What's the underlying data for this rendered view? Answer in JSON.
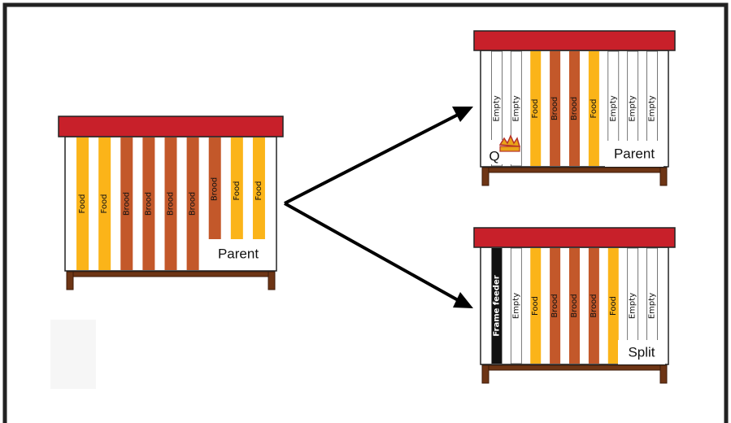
{
  "colors": {
    "border": "#222222",
    "roof": "#c8202a",
    "food": "#fbb419",
    "brood": "#c3582a",
    "empty": "#ffffff",
    "feeder": "#111111",
    "stand": "#6e3515",
    "arrow": "#000000"
  },
  "hives": [
    {
      "id": "original",
      "tag": "Parent",
      "frames": [
        {
          "type": "food",
          "label": "Food"
        },
        {
          "type": "food",
          "label": "Food"
        },
        {
          "type": "brood",
          "label": "Brood"
        },
        {
          "type": "brood",
          "label": "Brood"
        },
        {
          "type": "brood",
          "label": "Brood"
        },
        {
          "type": "brood",
          "label": "Brood"
        },
        {
          "type": "brood",
          "label": "Brood"
        },
        {
          "type": "food",
          "label": "Food"
        },
        {
          "type": "food",
          "label": "Food"
        }
      ]
    },
    {
      "id": "parent-after",
      "tag": "Parent",
      "queen_label": "Q",
      "frames": [
        {
          "type": "empty",
          "label": "Empty"
        },
        {
          "type": "empty",
          "label": "Empty"
        },
        {
          "type": "food",
          "label": "Food"
        },
        {
          "type": "brood",
          "label": "Brood"
        },
        {
          "type": "brood",
          "label": "Brood"
        },
        {
          "type": "food",
          "label": "Food"
        },
        {
          "type": "empty",
          "label": "Empty"
        },
        {
          "type": "empty",
          "label": "Empty"
        },
        {
          "type": "empty",
          "label": "Empty"
        }
      ]
    },
    {
      "id": "split",
      "tag": "Split",
      "frames": [
        {
          "type": "feeder",
          "label": "Frame feeder"
        },
        {
          "type": "empty",
          "label": "Empty"
        },
        {
          "type": "food",
          "label": "Food"
        },
        {
          "type": "brood",
          "label": "Brood"
        },
        {
          "type": "brood",
          "label": "Brood"
        },
        {
          "type": "brood",
          "label": "Brood"
        },
        {
          "type": "food",
          "label": "Food"
        },
        {
          "type": "empty",
          "label": "Empty"
        },
        {
          "type": "empty",
          "label": "Empty"
        }
      ]
    }
  ]
}
